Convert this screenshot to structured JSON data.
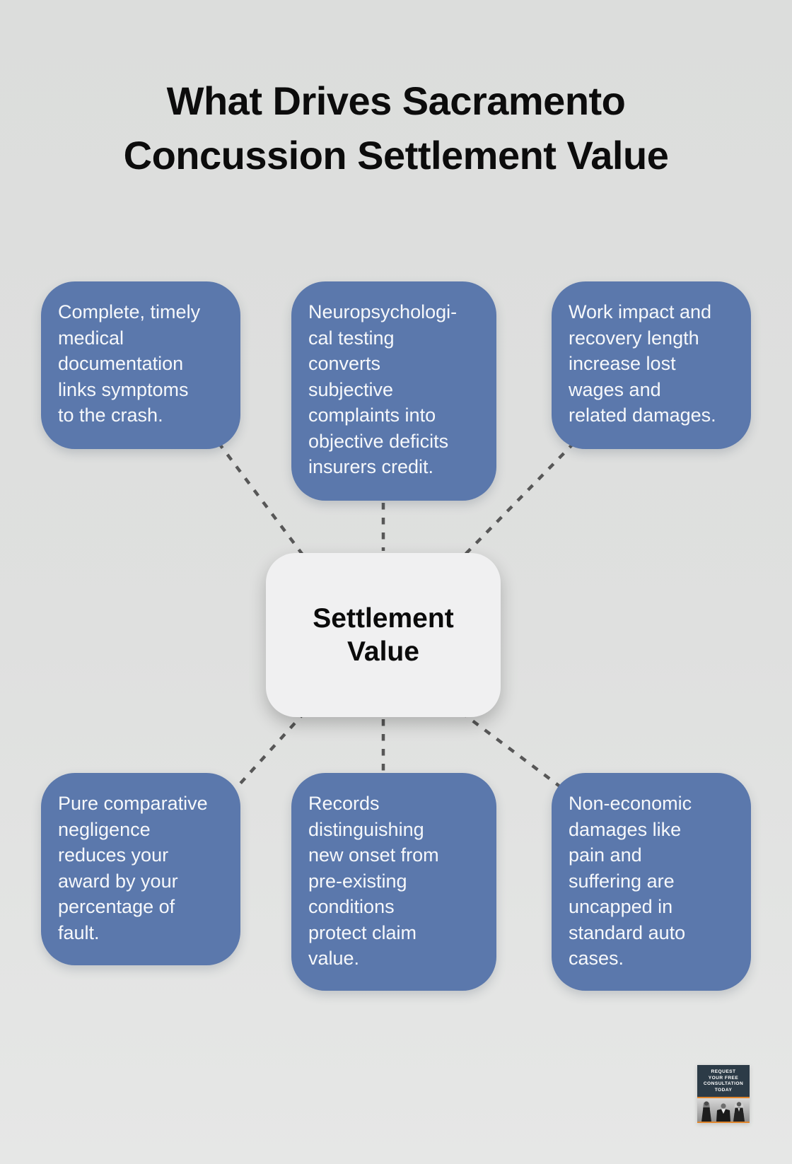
{
  "title": {
    "line1": "What Drives Sacramento",
    "line2": "Concussion Settlement Value"
  },
  "center_node": {
    "text": "Settlement\nValue"
  },
  "factors": [
    {
      "id": "medical-documentation",
      "text": "Complete, timely\nmedical\ndocumentation\nlinks symptoms\nto the crash."
    },
    {
      "id": "neuropsychological-testing",
      "text": "Neuropsychologi-\ncal testing\nconverts\nsubjective\ncomplaints into\nobjective deficits\ninsurers credit."
    },
    {
      "id": "work-impact-lost-wages",
      "text": "Work impact and\nrecovery length\nincrease lost\nwages and\nrelated damages."
    },
    {
      "id": "comparative-negligence",
      "text": "Pure comparative\nnegligence\nreduces your\naward by your\npercentage of\nfault."
    },
    {
      "id": "records-preexisting",
      "text": "Records\ndistinguishing\nnew onset from\npre-existing\nconditions\nprotect claim\nvalue."
    },
    {
      "id": "non-economic-damages",
      "text": "Non-economic\ndamages like\npain and\nsuffering are\nuncapped in\nstandard auto\ncases."
    }
  ],
  "badge": {
    "lines": [
      "REQUEST",
      "YOUR FREE",
      "CONSULTATION",
      "TODAY"
    ]
  },
  "colors": {
    "box_blue": "#5b78ac",
    "box_text": "#f6f8fb",
    "background_top": "#dcdddc",
    "background_bottom": "#e6e7e6",
    "center_bg": "#f0f0f1",
    "center_text": "#0b0b0b",
    "dash": "#575757",
    "title": "#0c0c0c",
    "badge_navy": "#2c3b47",
    "badge_orange": "#e0862d"
  }
}
